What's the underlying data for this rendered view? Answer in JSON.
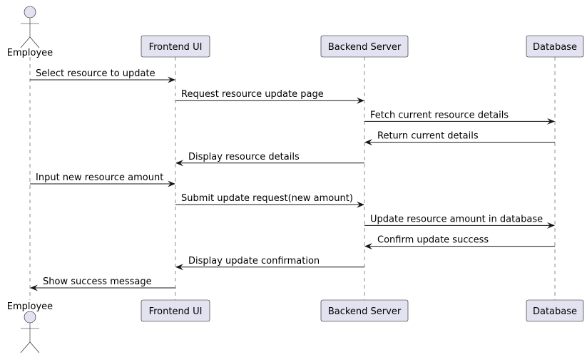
{
  "participants": [
    {
      "id": "employee",
      "label": "Employee",
      "kind": "actor"
    },
    {
      "id": "frontend",
      "label": "Frontend UI",
      "kind": "participant"
    },
    {
      "id": "backend",
      "label": "Backend Server",
      "kind": "participant"
    },
    {
      "id": "database",
      "label": "Database",
      "kind": "participant"
    }
  ],
  "messages": [
    {
      "from": "employee",
      "to": "frontend",
      "label": "Select resource to update"
    },
    {
      "from": "frontend",
      "to": "backend",
      "label": "Request resource update page"
    },
    {
      "from": "backend",
      "to": "database",
      "label": "Fetch current resource details"
    },
    {
      "from": "database",
      "to": "backend",
      "label": "Return current details"
    },
    {
      "from": "backend",
      "to": "frontend",
      "label": "Display resource details"
    },
    {
      "from": "employee",
      "to": "frontend",
      "label": "Input new resource amount"
    },
    {
      "from": "frontend",
      "to": "backend",
      "label": "Submit update request(new amount)"
    },
    {
      "from": "backend",
      "to": "database",
      "label": "Update resource amount in database"
    },
    {
      "from": "database",
      "to": "backend",
      "label": "Confirm update success"
    },
    {
      "from": "backend",
      "to": "frontend",
      "label": "Display update confirmation"
    },
    {
      "from": "frontend",
      "to": "employee",
      "label": "Show success message"
    }
  ],
  "colors": {
    "participant_fill": "#E2E2F0",
    "line": "#181818",
    "text": "#000000"
  }
}
